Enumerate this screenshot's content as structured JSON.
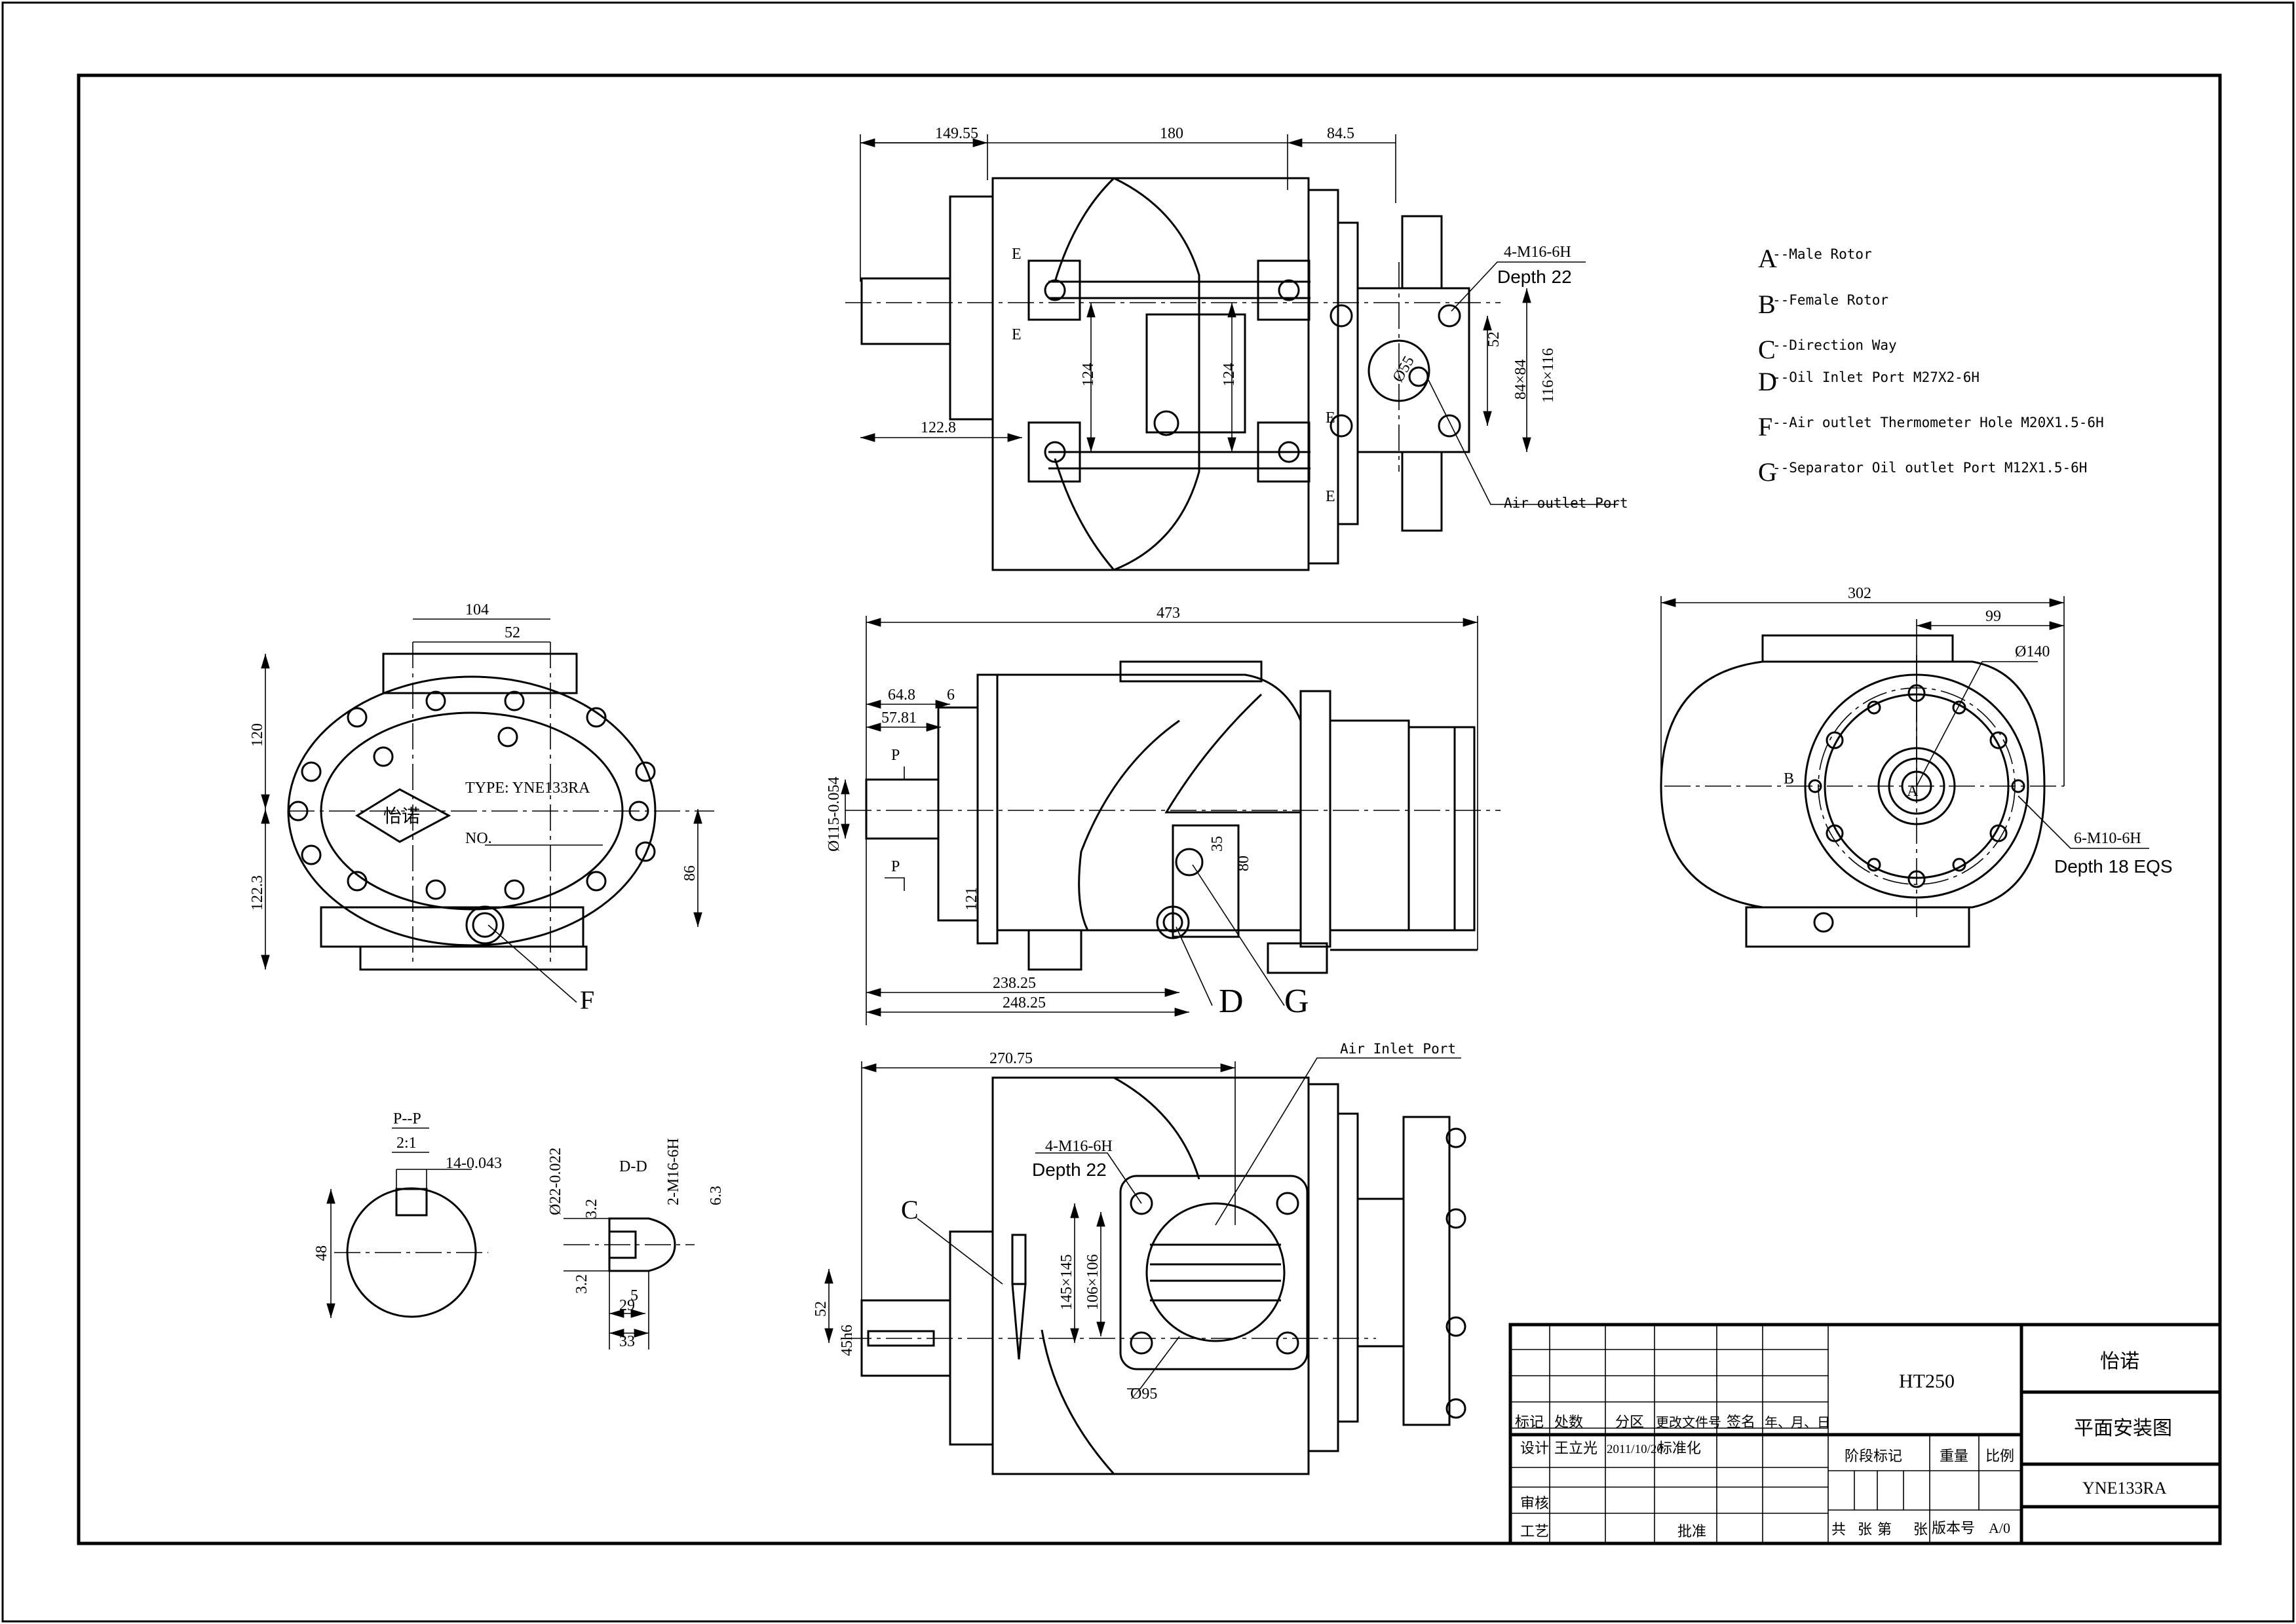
{
  "legend": {
    "items": [
      {
        "letter": "A",
        "text": "--Male Rotor"
      },
      {
        "letter": "B",
        "text": "--Female Rotor"
      },
      {
        "letter": "C",
        "text": "--Direction Way"
      },
      {
        "letter": "D",
        "text": "--Oil Inlet Port M27X2-6H"
      },
      {
        "letter": "F",
        "text": "--Air outlet Thermometer Hole M20X1.5-6H"
      },
      {
        "letter": "G",
        "text": "--Separator Oil outlet Port M12X1.5-6H"
      }
    ]
  },
  "top_view": {
    "dims": [
      "149.55",
      "180",
      "84.5",
      "122.8",
      "124",
      "124",
      "52",
      "84×84",
      "116×116",
      "Ø55"
    ],
    "labels": {
      "thread": "4-M16-6H",
      "depth": "Depth 22",
      "air_outlet": "Air outlet Port",
      "section_e": "E"
    }
  },
  "left_view": {
    "dims": [
      "104",
      "52",
      "120",
      "122.3",
      "86"
    ],
    "plate_type": "TYPE: YNE133RA",
    "plate_no": "NO.",
    "logo": "怡诺",
    "label_f": "F"
  },
  "front_view": {
    "dims": [
      "473",
      "64.8",
      "6",
      "57.81",
      "Ø115-0.054",
      "121",
      "35",
      "80",
      "238.25",
      "248.25"
    ],
    "section_p": "P",
    "labels": {
      "d": "D",
      "g": "G"
    }
  },
  "right_view": {
    "dims": [
      "302",
      "99",
      "Ø140"
    ],
    "labels": {
      "a": "A",
      "b": "B",
      "thread": "6-M10-6H",
      "depth": "Depth 18 EQS"
    }
  },
  "bottom_view": {
    "dims": [
      "270.75",
      "52",
      "45h6",
      "145×145",
      "106×106",
      "Ø95"
    ],
    "labels": {
      "air_inlet": "Air Inlet Port",
      "thread": "4-M16-6H",
      "depth": "Depth 22",
      "c": "C"
    }
  },
  "section_pp": {
    "title": "P--P",
    "scale": "2:1",
    "key_tol": "14-0.043",
    "dia": "48"
  },
  "section_dd": {
    "title": "D-D",
    "dims": [
      "Ø22-0.022",
      "3.2",
      "2-M16-6H",
      "6.3",
      "3.2",
      "5",
      "29",
      "33"
    ]
  },
  "title_block": {
    "material": "HT250",
    "company": "怡诺",
    "drawing_name": "平面安装图",
    "drawing_no": "YNE133RA",
    "header_cols": [
      "标记",
      "处数",
      "分区",
      "更改文件号",
      "签名",
      "年、月、日"
    ],
    "design_row": [
      "设计",
      "王立光",
      "2011/10/20",
      "标准化"
    ],
    "review": "审核",
    "process": "工艺",
    "approve": "批准",
    "stage_mark": "阶段标记",
    "weight": "重量",
    "scale": "比例",
    "sheets_total": "共",
    "sheet_word": "张",
    "sheet_no": "第",
    "sheet_word2": "张",
    "version_label": "版本号",
    "version": "A/0"
  }
}
